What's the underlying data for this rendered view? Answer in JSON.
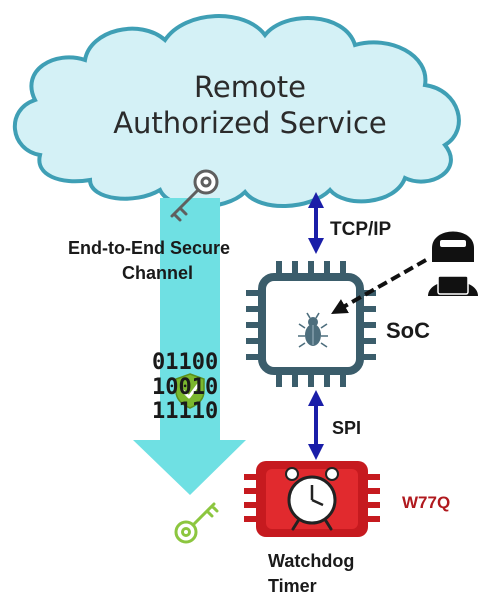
{
  "cloud": {
    "line1": "Remote",
    "line2": "Authorized Service"
  },
  "channel": {
    "line1": "End-to-End Secure",
    "line2": "Channel"
  },
  "links": {
    "tcp": "TCP/IP",
    "spi": "SPI"
  },
  "soc": {
    "label": "SoC"
  },
  "watchdog": {
    "part": "W77Q",
    "line1": "Watchdog",
    "line2": "Timer"
  },
  "bits": [
    "01100",
    "10010",
    "11110"
  ],
  "colors": {
    "cloud_fill": "#d4f1f6",
    "cloud_stroke": "#3f9fb5",
    "channel": "#6fe0e3",
    "chip": "#3b5d6b",
    "watchdog_chip": "#c61a1f",
    "link_arrow": "#1a1ea8",
    "key_outline": "#5f5f5f",
    "key_green": "#8cc63f",
    "shield": "#7ab72d",
    "attacker": "#111111"
  },
  "icons": [
    "key-icon",
    "shield-check-icon",
    "bug-icon",
    "hacker-icon",
    "clock-icon",
    "green-key-icon"
  ]
}
